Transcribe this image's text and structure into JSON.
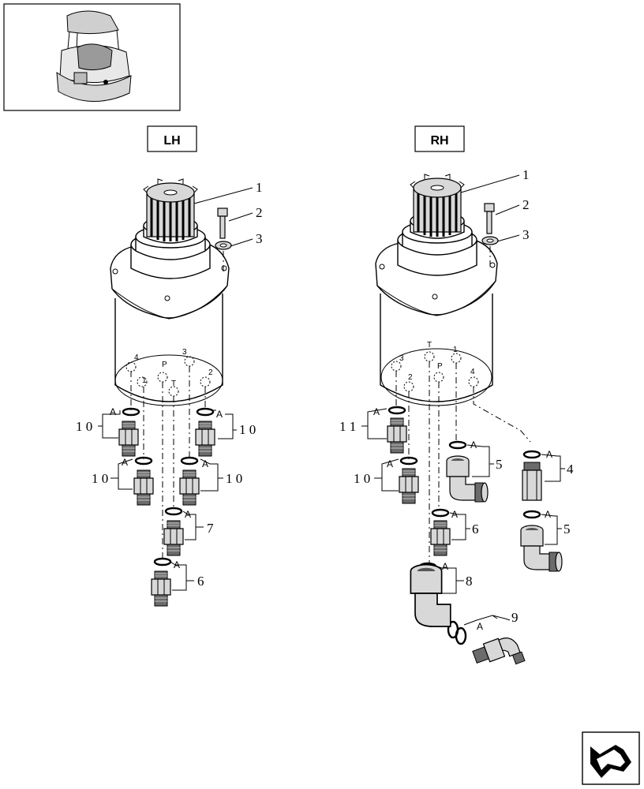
{
  "views": {
    "lh": {
      "label": "LH"
    },
    "rh": {
      "label": "RH"
    }
  },
  "ports": {
    "lh": [
      "4",
      "3",
      "P",
      "2",
      "1",
      "T"
    ],
    "rh": [
      "T",
      "1",
      "3",
      "2",
      "P",
      "4"
    ]
  },
  "callouts": {
    "lh": {
      "gear": "1",
      "bolt": "2",
      "washer": "3",
      "ring_letter": "A",
      "fit_top_left": "1 0",
      "fit_top_right": "1 0",
      "fit_mid_left": "1 0",
      "fit_mid_right": "1 0",
      "fit_center": "7",
      "fit_bottom": "6"
    },
    "rh": {
      "gear": "1",
      "bolt": "2",
      "washer": "3",
      "ring_letter": "A",
      "fit_top_left": "1 1",
      "fit_mid_left": "1 0",
      "elbow_small": "5",
      "fit_center": "6",
      "adapter": "4",
      "elbow_right": "5",
      "elbow_big": "8",
      "swivel": "9"
    }
  },
  "icons": [
    "machine-thumbnail-icon",
    "next-page-arrow-icon"
  ]
}
